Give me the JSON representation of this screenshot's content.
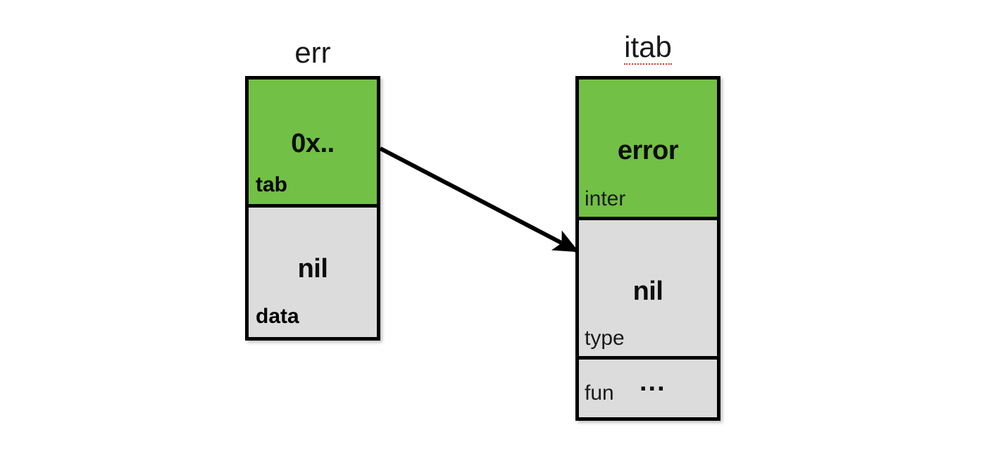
{
  "diagram": {
    "type": "memory-layout-diagram",
    "background_color": "#ffffff",
    "structs": [
      {
        "name": "err",
        "title": "err",
        "title_has_spellcheck_underline": false,
        "fields": [
          {
            "label": "tab",
            "value": "0x..",
            "fill": "#72c045",
            "label_bold": true
          },
          {
            "label": "data",
            "value": "nil",
            "fill": "#dcdcdc",
            "label_bold": true
          }
        ]
      },
      {
        "name": "itab",
        "title": "itab",
        "title_has_spellcheck_underline": true,
        "fields": [
          {
            "label": "inter",
            "value": "error",
            "fill": "#72c045",
            "label_bold": false
          },
          {
            "label": "type",
            "value": "nil",
            "fill": "#dcdcdc",
            "label_bold": false
          },
          {
            "label": "fun",
            "value": "...",
            "fill": "#dcdcdc",
            "label_bold": false
          }
        ]
      }
    ],
    "arrow": {
      "name": "tab-points-to-itab",
      "from_field": "err.tab",
      "to_field": "itab.type",
      "color": "#000000"
    },
    "colors": {
      "green": "#72c045",
      "grey": "#dcdcdc",
      "border": "#000000",
      "spellcheck_red": "#e8382b"
    }
  }
}
